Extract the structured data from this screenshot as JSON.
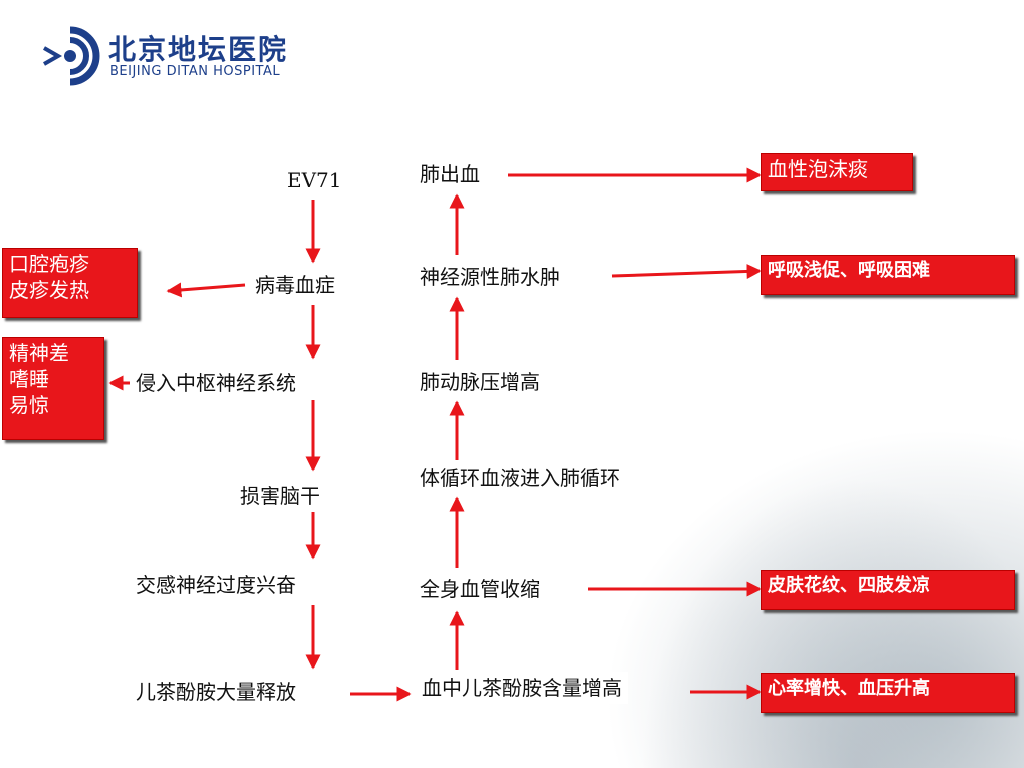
{
  "logo": {
    "cn": "北京地坛医院",
    "en": "BEIJING DITAN HOSPITAL"
  },
  "left_column": {
    "ev71": "EV71",
    "viremia": "病毒血症",
    "cns": "侵入中枢神经系统",
    "brainstem": "损害脑干",
    "sympathetic": "交感神经过度兴奋",
    "catecholamine_release": "儿茶酚胺大量释放"
  },
  "middle_column": {
    "pulm_hemorrhage": "肺出血",
    "neuro_edema": "神经源性肺水肿",
    "pulm_pressure": "肺动脉压增高",
    "circulation": "体循环血液进入肺循环",
    "vasoconstriction": "全身血管收缩",
    "catecholamine_level": "血中儿茶酚胺含量增高"
  },
  "boxes": {
    "oral": "口腔疱疹\n皮疹发热",
    "mental": "精神差\n嗜睡\n易惊",
    "sputum": "血性泡沫痰",
    "breath": "呼吸浅促、呼吸困难",
    "skin": "皮肤花纹、四肢发凉",
    "heart": "心率增快、血压升高"
  }
}
